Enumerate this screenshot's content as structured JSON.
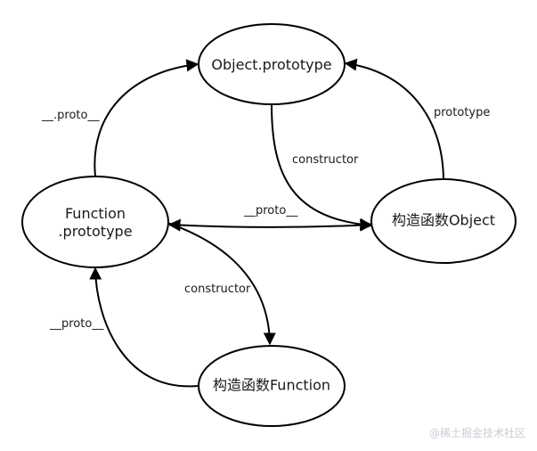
{
  "nodes": {
    "object_prototype": {
      "label": "Object.prototype"
    },
    "function_prototype": {
      "line1": "Function",
      "line2": ".prototype"
    },
    "object_constructor": {
      "label": "构造函数Object"
    },
    "function_constructor": {
      "label": "构造函数Function"
    }
  },
  "edges": {
    "function_proto_to_object_proto": {
      "label": "__.proto__"
    },
    "object_ctor_prototype": {
      "label": "prototype"
    },
    "object_proto_constructor": {
      "label": "constructor"
    },
    "function_proto_object_ctor_proto": {
      "label": "__proto__"
    },
    "function_proto_constructor": {
      "label": "constructor"
    },
    "function_ctor_proto": {
      "label": "__proto__"
    }
  },
  "watermark": {
    "text": "@稀土掘金技术社区"
  }
}
